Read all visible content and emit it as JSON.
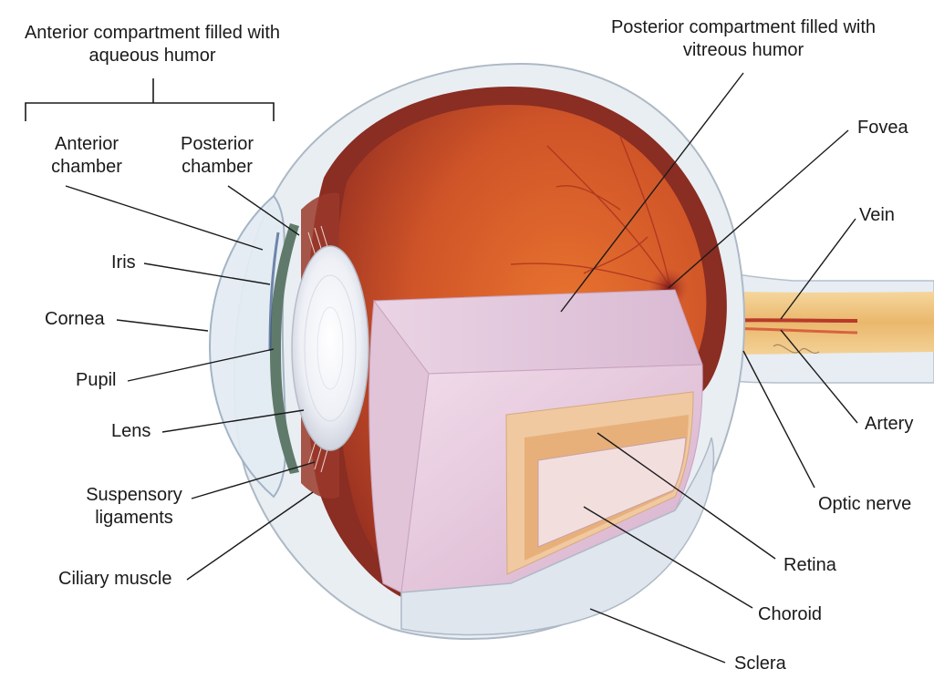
{
  "labels": {
    "anterior_compartment": "Anterior compartment filled with\naqueous humor",
    "posterior_compartment": "Posterior compartment filled with\nvitreous humor",
    "anterior_chamber": "Anterior\nchamber",
    "posterior_chamber": "Posterior\nchamber",
    "iris": "Iris",
    "cornea": "Cornea",
    "pupil": "Pupil",
    "lens": "Lens",
    "suspensory_ligaments": "Suspensory\nligaments",
    "ciliary_muscle": "Ciliary muscle",
    "fovea": "Fovea",
    "vein": "Vein",
    "artery": "Artery",
    "optic_nerve": "Optic nerve",
    "retina": "Retina",
    "choroid": "Choroid",
    "sclera": "Sclera"
  },
  "colors": {
    "sclera": "#e9eef3",
    "choroid": "#8a2d22",
    "retina_interior": "#d4592a",
    "vitreous": "#e8c9dc",
    "optic_nerve": "#f0c27a",
    "fovea": "#a02a24",
    "leader_line": "#1a1a1a"
  }
}
